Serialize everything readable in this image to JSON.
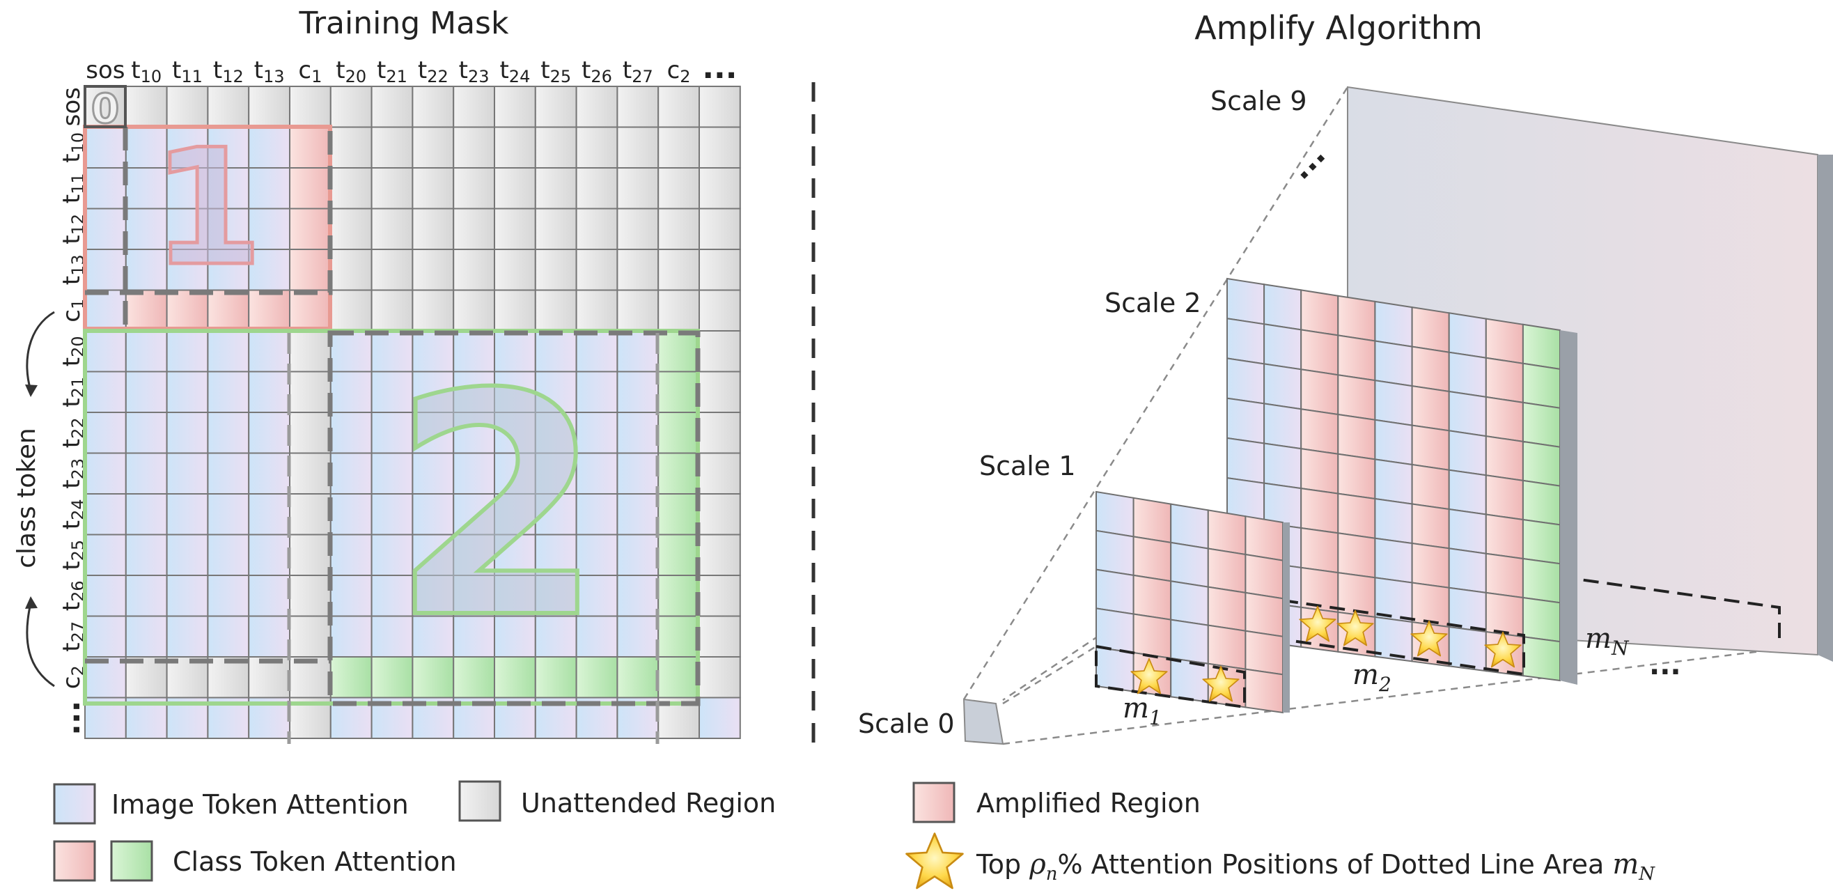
{
  "left": {
    "title": "Training Mask",
    "col_labels": [
      {
        "main": "sos",
        "sub": ""
      },
      {
        "main": "t",
        "sub": "10"
      },
      {
        "main": "t",
        "sub": "11"
      },
      {
        "main": "t",
        "sub": "12"
      },
      {
        "main": "t",
        "sub": "13"
      },
      {
        "main": "c",
        "sub": "1"
      },
      {
        "main": "t",
        "sub": "20"
      },
      {
        "main": "t",
        "sub": "21"
      },
      {
        "main": "t",
        "sub": "22"
      },
      {
        "main": "t",
        "sub": "23"
      },
      {
        "main": "t",
        "sub": "24"
      },
      {
        "main": "t",
        "sub": "25"
      },
      {
        "main": "t",
        "sub": "26"
      },
      {
        "main": "t",
        "sub": "27"
      },
      {
        "main": "c",
        "sub": "2"
      },
      {
        "main": "...",
        "sub": ""
      }
    ],
    "row_labels": [
      {
        "main": "sos",
        "sub": ""
      },
      {
        "main": "t",
        "sub": "10"
      },
      {
        "main": "t",
        "sub": "11"
      },
      {
        "main": "t",
        "sub": "12"
      },
      {
        "main": "t",
        "sub": "13"
      },
      {
        "main": "c",
        "sub": "1"
      },
      {
        "main": "t",
        "sub": "20"
      },
      {
        "main": "t",
        "sub": "21"
      },
      {
        "main": "t",
        "sub": "22"
      },
      {
        "main": "t",
        "sub": "23"
      },
      {
        "main": "t",
        "sub": "24"
      },
      {
        "main": "t",
        "sub": "25"
      },
      {
        "main": "t",
        "sub": "26"
      },
      {
        "main": "t",
        "sub": "27"
      },
      {
        "main": "c",
        "sub": "2"
      },
      {
        "main": "...",
        "sub": ""
      }
    ],
    "class_token_label": "class token",
    "region_numbers": [
      "0",
      "1",
      "2"
    ]
  },
  "right": {
    "title": "Amplify Algorithm",
    "scales": [
      "Scale 0",
      "Scale 1",
      "Scale 2",
      "Scale 9"
    ],
    "ellipsis": "...",
    "area_labels": [
      {
        "main": "m",
        "sub": "1"
      },
      {
        "main": "m",
        "sub": "2"
      },
      {
        "main": "m",
        "sub": "N"
      }
    ]
  },
  "legend": {
    "image_token": "Image Token Attention",
    "unattended": "Unattended Region",
    "class_token": "Class Token Attention",
    "amplified": "Amplified Region",
    "top_prefix": "Top ",
    "top_rho": "ρ",
    "top_rho_sub": "n",
    "top_middle": "% Attention Positions of Dotted Line Area ",
    "top_m": "m",
    "top_m_sub": "N"
  },
  "colors": {
    "image_token": "#cfe3f7",
    "class_token_red": "#f3c7c7",
    "class_token_green": "#bfe9bf",
    "unattended": "#e6e6e6",
    "red_border": "#e89a92",
    "green_border": "#9ed68e",
    "grid_line": "#777777"
  }
}
